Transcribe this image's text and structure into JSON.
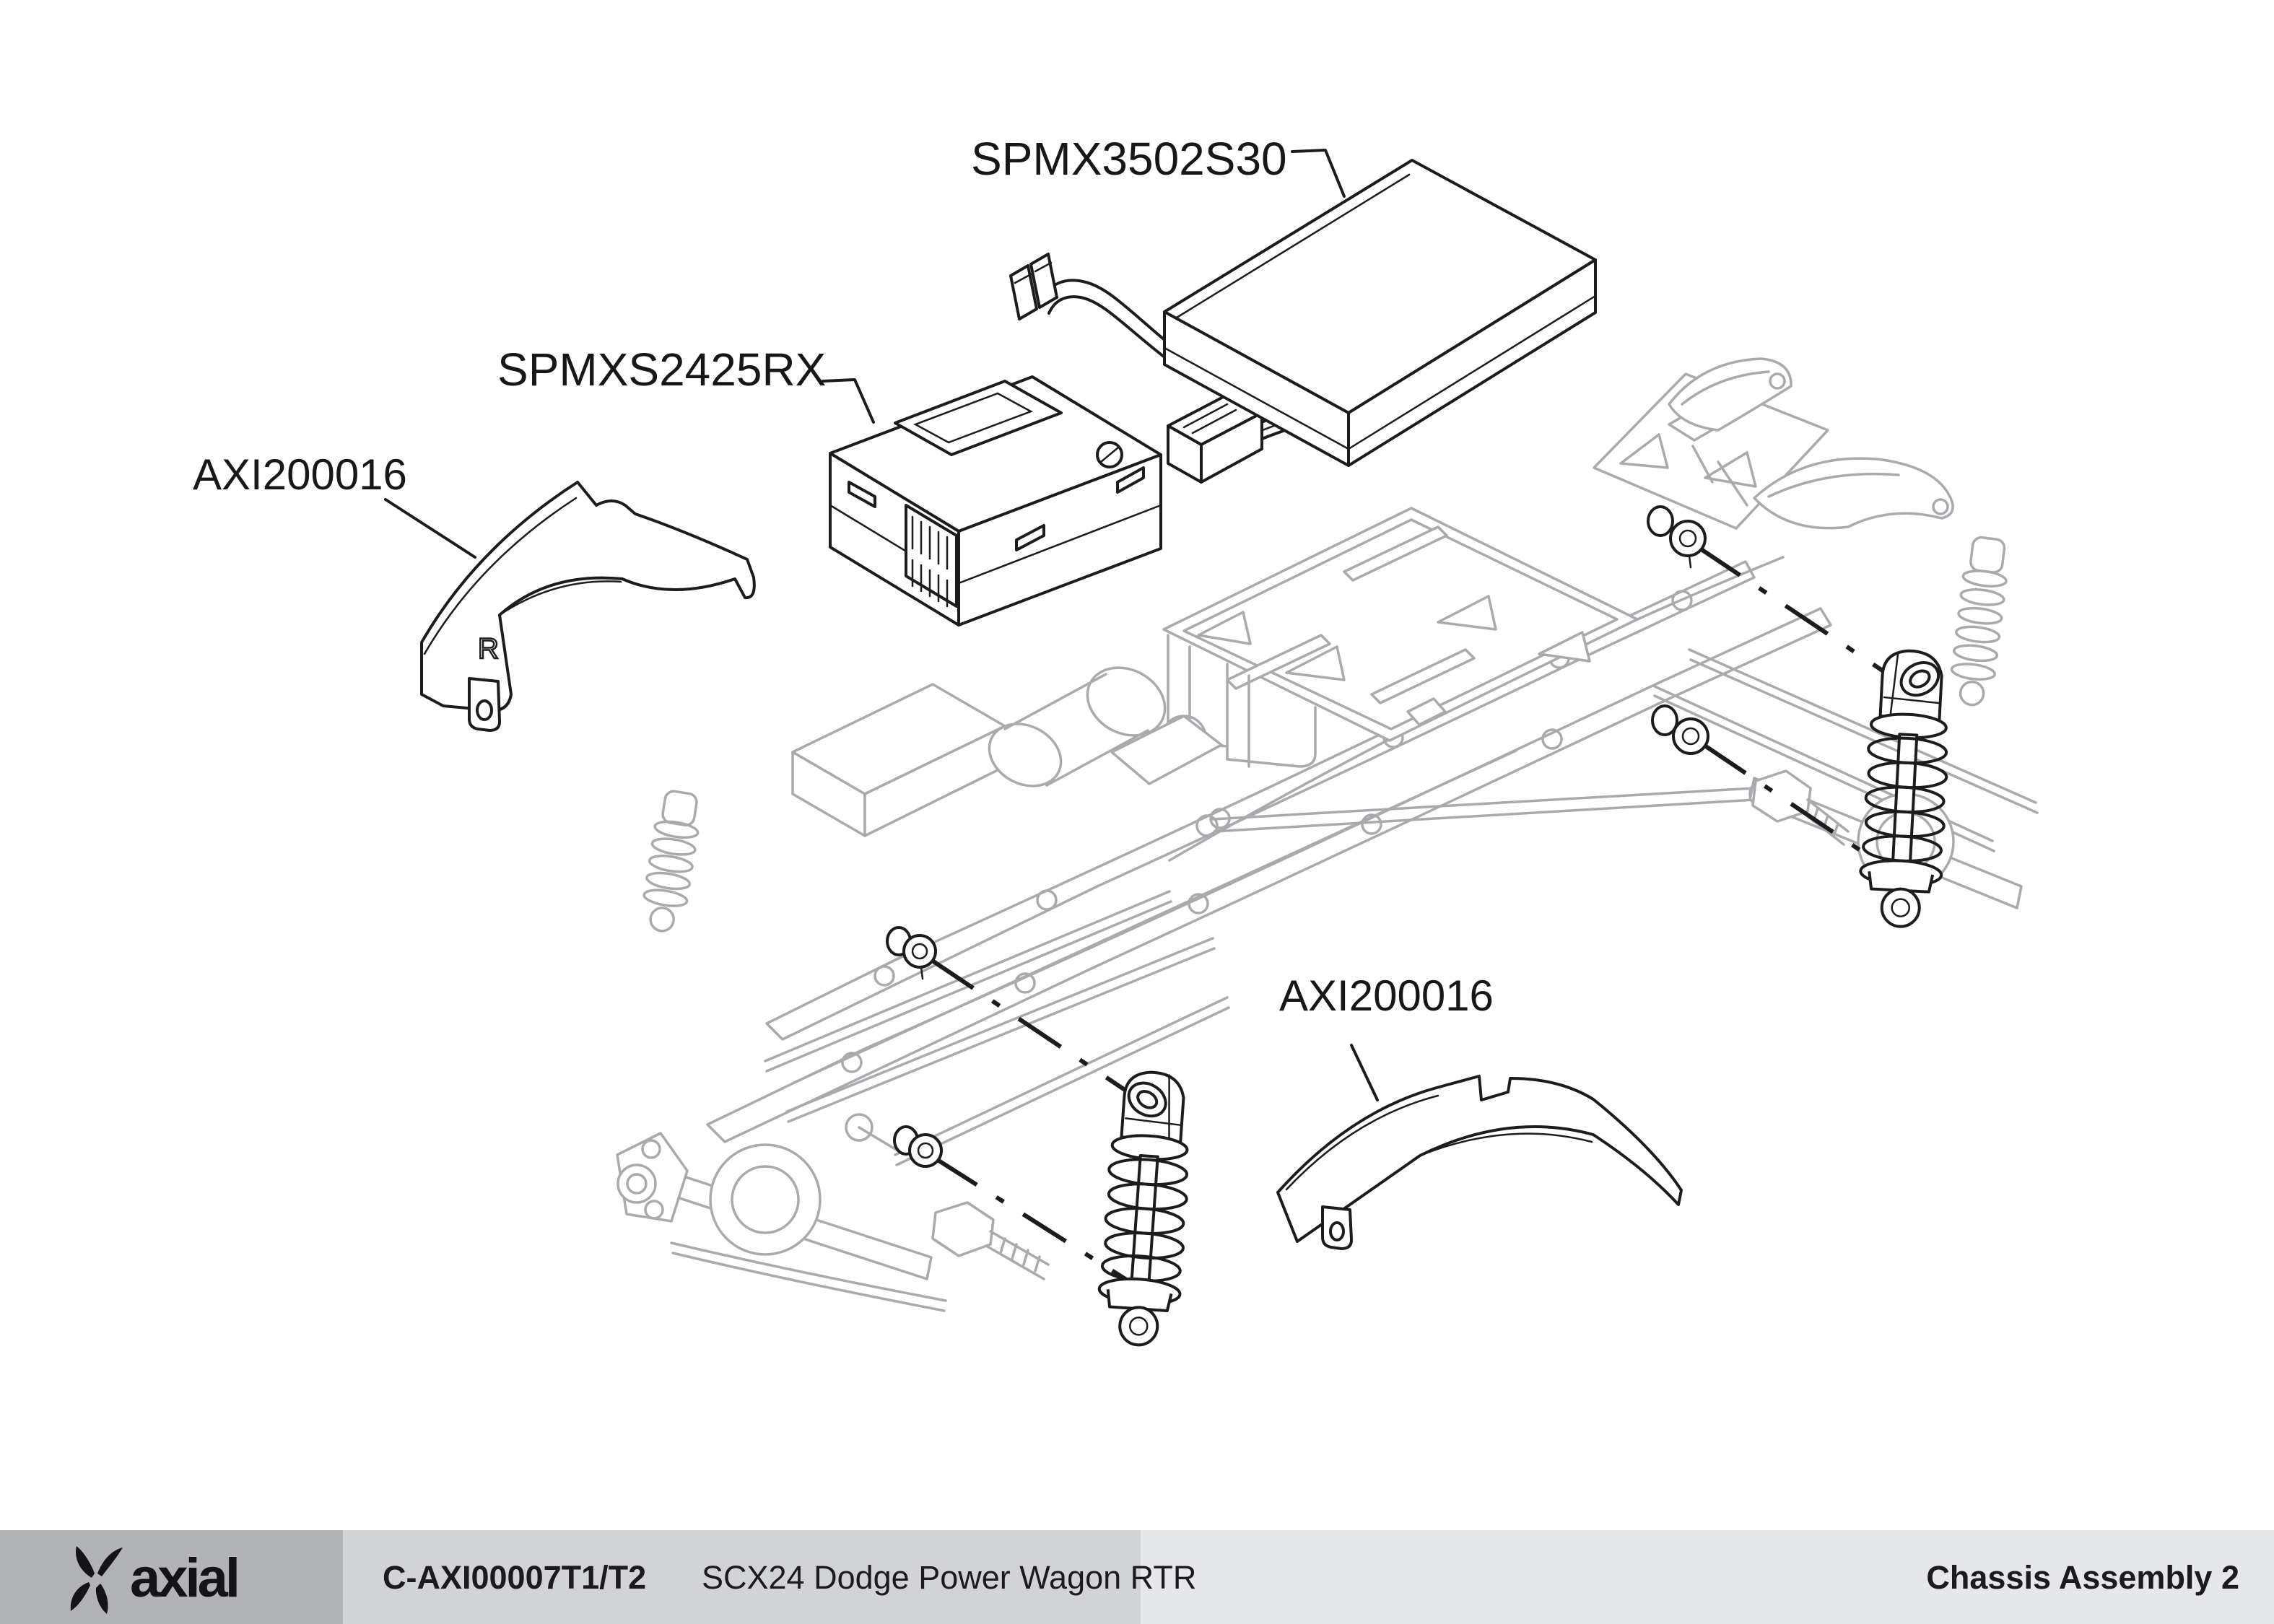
{
  "diagram": {
    "background_color": "#ffffff",
    "part_line_color": "#1c1c1e",
    "chassis_line_color": "#a9aaae",
    "labels": {
      "battery": "SPMX3502S30",
      "receiver": "SPMXS2425RX",
      "fender_left": "AXI200016",
      "fender_right": "AXI200016"
    },
    "part_marking_r": "R"
  },
  "footer": {
    "brand": "axial",
    "doc_code": "C-AXI00007T1/T2",
    "doc_title": "SCX24 Dodge Power Wagon RTR",
    "page_title": "Chassis Assembly 2",
    "colors": {
      "brand_block": "#b2b3b5",
      "doc_block": "#d2d3d5",
      "page_block": "#e6e7e9"
    }
  }
}
